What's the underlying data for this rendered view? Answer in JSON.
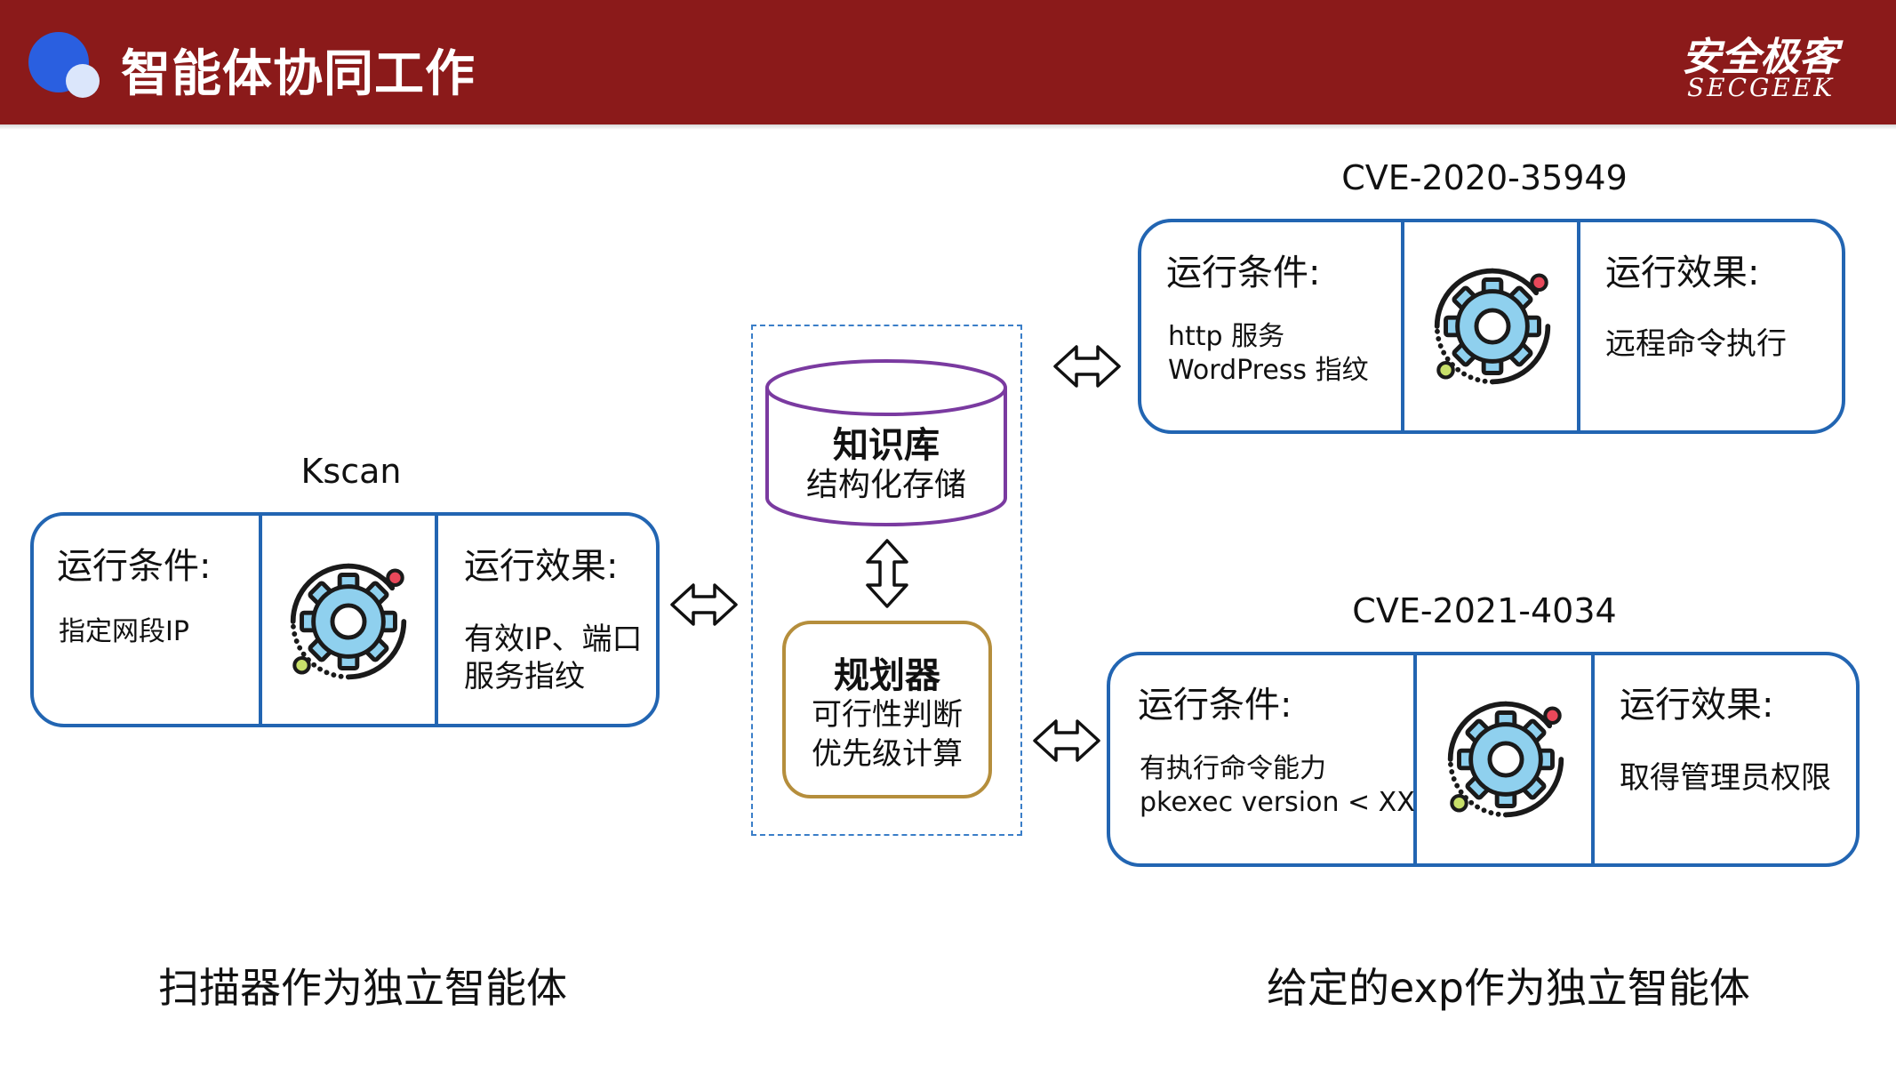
{
  "header": {
    "title": "智能体协同工作",
    "brand_cn": "安全极客",
    "brand_en": "SECGEEK"
  },
  "agents": [
    {
      "title": "Kscan",
      "condition_label": "运行条件:",
      "condition_lines": [
        "指定网段IP"
      ],
      "effect_label": "运行效果:",
      "effect_lines": [
        "有效IP、端口",
        "服务指纹"
      ]
    },
    {
      "title": "CVE-2020-35949",
      "condition_label": "运行条件:",
      "condition_lines": [
        "http 服务",
        "WordPress 指纹"
      ],
      "effect_label": "运行效果:",
      "effect_lines": [
        "远程命令执行"
      ]
    },
    {
      "title": "CVE-2021-4034",
      "condition_label": "运行条件:",
      "condition_lines": [
        "有执行命令能力",
        "pkexec version < XX"
      ],
      "effect_label": "运行效果:",
      "effect_lines": [
        "取得管理员权限"
      ]
    }
  ],
  "knowledge_base": {
    "title": "知识库",
    "subtitle": "结构化存储"
  },
  "planner": {
    "title": "规划器",
    "lines": [
      "可行性判断",
      "优先级计算"
    ]
  },
  "captions": {
    "left": "扫描器作为独立智能体",
    "right": "给定的exp作为独立智能体"
  },
  "icons": {
    "gear": "gear-cycle-icon",
    "double_arrow": "double-arrow-icon"
  },
  "colors": {
    "header_bg": "#8b1a1a",
    "agent_border": "#2265b2",
    "knowledge_base_border": "#7a3aa0",
    "planner_border": "#b58e3c",
    "gear_fill": "#8fd0ee",
    "dot_red": "#e8485a",
    "dot_green": "#c8e06a"
  }
}
